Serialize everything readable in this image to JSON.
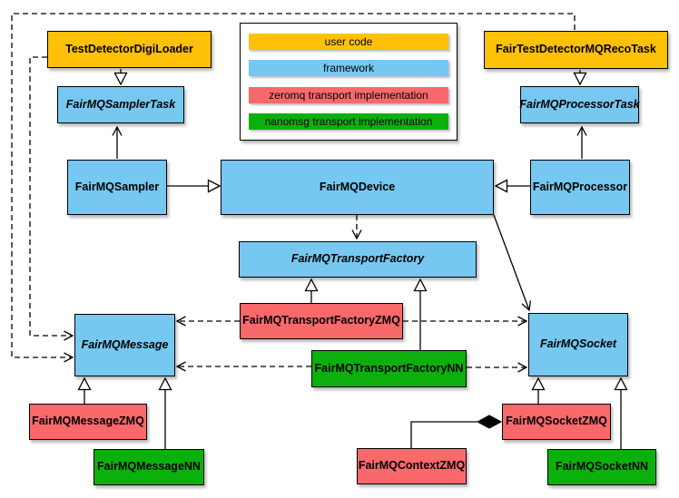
{
  "colors": {
    "user_code": "#FFC107",
    "framework": "#76C8F0",
    "zeromq": "#F9696C",
    "nanomsg": "#0CB00C",
    "edge": "#000000",
    "background": "#ffffff"
  },
  "legend": {
    "items": [
      {
        "label": "user code",
        "color_key": "user_code"
      },
      {
        "label": "framework",
        "color_key": "framework"
      },
      {
        "label": "zeromq transport implementation",
        "color_key": "zeromq"
      },
      {
        "label": "nanomsg transport implementation",
        "color_key": "nanomsg"
      }
    ]
  },
  "nodes": {
    "test_loader": {
      "label": "TestDetectorDigiLoader",
      "category": "user code",
      "abstract": false
    },
    "reco_task": {
      "label": "FairTestDetectorMQRecoTask",
      "category": "user code",
      "abstract": false
    },
    "sampler_task": {
      "label": "FairMQSamplerTask",
      "category": "framework",
      "abstract": true
    },
    "processor_task": {
      "label": "FairMQProcessorTask",
      "category": "framework",
      "abstract": true
    },
    "sampler": {
      "label": "FairMQSampler",
      "category": "framework",
      "abstract": false
    },
    "device": {
      "label": "FairMQDevice",
      "category": "framework",
      "abstract": false
    },
    "processor": {
      "label": "FairMQProcessor",
      "category": "framework",
      "abstract": false
    },
    "transport_factory": {
      "label": "FairMQTransportFactory",
      "category": "framework",
      "abstract": true
    },
    "tf_zmq": {
      "label": "FairMQTransportFactoryZMQ",
      "category": "zeromq",
      "abstract": false
    },
    "tf_nn": {
      "label": "FairMQTransportFactoryNN",
      "category": "nanomsg",
      "abstract": false
    },
    "message": {
      "label": "FairMQMessage",
      "category": "framework",
      "abstract": true
    },
    "socket": {
      "label": "FairMQSocket",
      "category": "framework",
      "abstract": true
    },
    "message_zmq": {
      "label": "FairMQMessageZMQ",
      "category": "zeromq",
      "abstract": false
    },
    "message_nn": {
      "label": "FairMQMessageNN",
      "category": "nanomsg",
      "abstract": false
    },
    "context_zmq": {
      "label": "FairMQContextZMQ",
      "category": "zeromq",
      "abstract": false
    },
    "socket_zmq": {
      "label": "FairMQSocketZMQ",
      "category": "zeromq",
      "abstract": false
    },
    "socket_nn": {
      "label": "FairMQSocketNN",
      "category": "nanomsg",
      "abstract": false
    }
  },
  "relationships": [
    {
      "from": "TestDetectorDigiLoader",
      "to": "FairMQSamplerTask",
      "type": "inheritance"
    },
    {
      "from": "FairTestDetectorMQRecoTask",
      "to": "FairMQProcessorTask",
      "type": "inheritance"
    },
    {
      "from": "FairMQSampler",
      "to": "FairMQDevice",
      "type": "inheritance"
    },
    {
      "from": "FairMQProcessor",
      "to": "FairMQDevice",
      "type": "inheritance"
    },
    {
      "from": "FairMQTransportFactoryZMQ",
      "to": "FairMQTransportFactory",
      "type": "inheritance"
    },
    {
      "from": "FairMQTransportFactoryNN",
      "to": "FairMQTransportFactory",
      "type": "inheritance"
    },
    {
      "from": "FairMQMessageZMQ",
      "to": "FairMQMessage",
      "type": "inheritance"
    },
    {
      "from": "FairMQMessageNN",
      "to": "FairMQMessage",
      "type": "inheritance"
    },
    {
      "from": "FairMQSocketZMQ",
      "to": "FairMQSocket",
      "type": "inheritance"
    },
    {
      "from": "FairMQSocketNN",
      "to": "FairMQSocket",
      "type": "inheritance"
    },
    {
      "from": "FairMQSampler",
      "to": "FairMQSamplerTask",
      "type": "association"
    },
    {
      "from": "FairMQProcessor",
      "to": "FairMQProcessorTask",
      "type": "association"
    },
    {
      "from": "FairMQDevice",
      "to": "FairMQSocket",
      "type": "association"
    },
    {
      "from": "FairMQDevice",
      "to": "FairMQTransportFactory",
      "type": "dependency"
    },
    {
      "from": "TestDetectorDigiLoader",
      "to": "FairMQMessage",
      "type": "dependency"
    },
    {
      "from": "FairTestDetectorMQRecoTask",
      "to": "FairMQMessage",
      "type": "dependency"
    },
    {
      "from": "FairMQTransportFactoryZMQ",
      "to": "FairMQMessage",
      "type": "dependency"
    },
    {
      "from": "FairMQTransportFactoryZMQ",
      "to": "FairMQSocket",
      "type": "dependency"
    },
    {
      "from": "FairMQTransportFactoryNN",
      "to": "FairMQMessage",
      "type": "dependency"
    },
    {
      "from": "FairMQTransportFactoryNN",
      "to": "FairMQSocket",
      "type": "dependency"
    },
    {
      "from": "FairMQSocketZMQ",
      "to": "FairMQContextZMQ",
      "type": "composition"
    }
  ]
}
